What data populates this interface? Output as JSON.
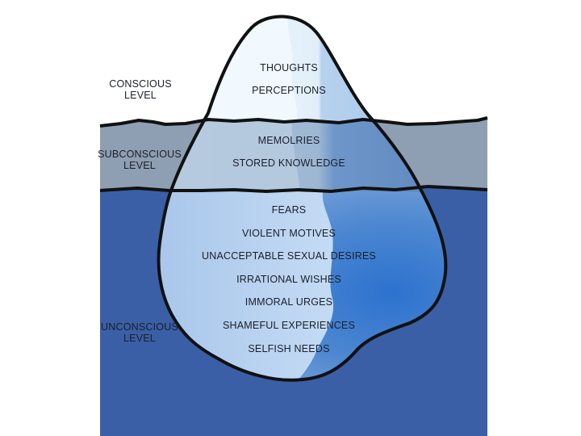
{
  "levels": {
    "conscious": [
      "CONSCIOUS",
      "LEVEL"
    ],
    "subconscious": [
      "SUBCONSCIOUS",
      "LEVEL"
    ],
    "unconscious": [
      "UNCONSCIOUS",
      "LEVEL"
    ]
  },
  "tip_items": [
    "THOUGHTS",
    "PERCEPTIONS"
  ],
  "middle_items": [
    "MEMOLRIES",
    "STORED KNOWLEDGE"
  ],
  "deep_items": [
    "FEARS",
    "VIOLENT MOTIVES",
    "UNACCEPTABLE SEXUAL DESIRES",
    "IRRATIONAL WISHES",
    "IMMORAL URGES",
    "SHAMEFUL EXPERIENCES",
    "SELFISH NEEDS"
  ],
  "colors": {
    "subconscious_band": "#8e9fb3",
    "unconscious_water": "#3a5fa6",
    "ice_light": "#e4f1fb",
    "ice_mid": "#a9c8ea",
    "ice_deep": "#2e6fc4",
    "outline": "#111111"
  }
}
